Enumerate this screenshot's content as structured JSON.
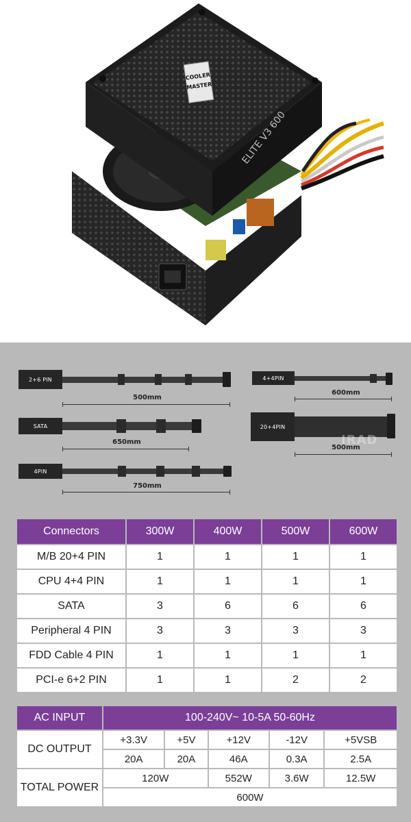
{
  "photo": {
    "brand_logo_text": "COOLER MASTER",
    "model_text": "ELITE V3 600"
  },
  "cables": [
    {
      "tag": "2+6 PIN",
      "length": "500mm"
    },
    {
      "tag": "SATA",
      "length": "650mm"
    },
    {
      "tag": "4PIN",
      "length": "750mm"
    },
    {
      "tag": "4+4PIN",
      "length": "600mm"
    },
    {
      "tag": "20+4PIN",
      "length": "500mm"
    }
  ],
  "watermark": "IRAD",
  "connectors_table": {
    "headers": [
      "Connectors",
      "300W",
      "400W",
      "500W",
      "600W"
    ],
    "rows": [
      [
        "M/B 20+4 PIN",
        "1",
        "1",
        "1",
        "1"
      ],
      [
        "CPU 4+4 PIN",
        "1",
        "1",
        "1",
        "1"
      ],
      [
        "SATA",
        "3",
        "6",
        "6",
        "6"
      ],
      [
        "Peripheral 4 PIN",
        "3",
        "3",
        "3",
        "3"
      ],
      [
        "FDD Cable 4 PIN",
        "1",
        "1",
        "1",
        "1"
      ],
      [
        "PCI-e 6+2 PIN",
        "1",
        "1",
        "2",
        "2"
      ]
    ]
  },
  "power_table": {
    "ac_input_label": "AC INPUT",
    "ac_input_value": "100-240V~ 10-5A 50-60Hz",
    "dc_output_label": "DC OUTPUT",
    "rails": [
      "+3.3V",
      "+5V",
      "+12V",
      "-12V",
      "+5VSB"
    ],
    "currents": [
      "20A",
      "20A",
      "46A",
      "0.3A",
      "2.5A"
    ],
    "total_power_label": "TOTAL POWER",
    "combined_33_5": "120W",
    "power_12v": "552W",
    "power_m12v": "3.6W",
    "power_5vsb": "12.5W",
    "total": "600W"
  }
}
